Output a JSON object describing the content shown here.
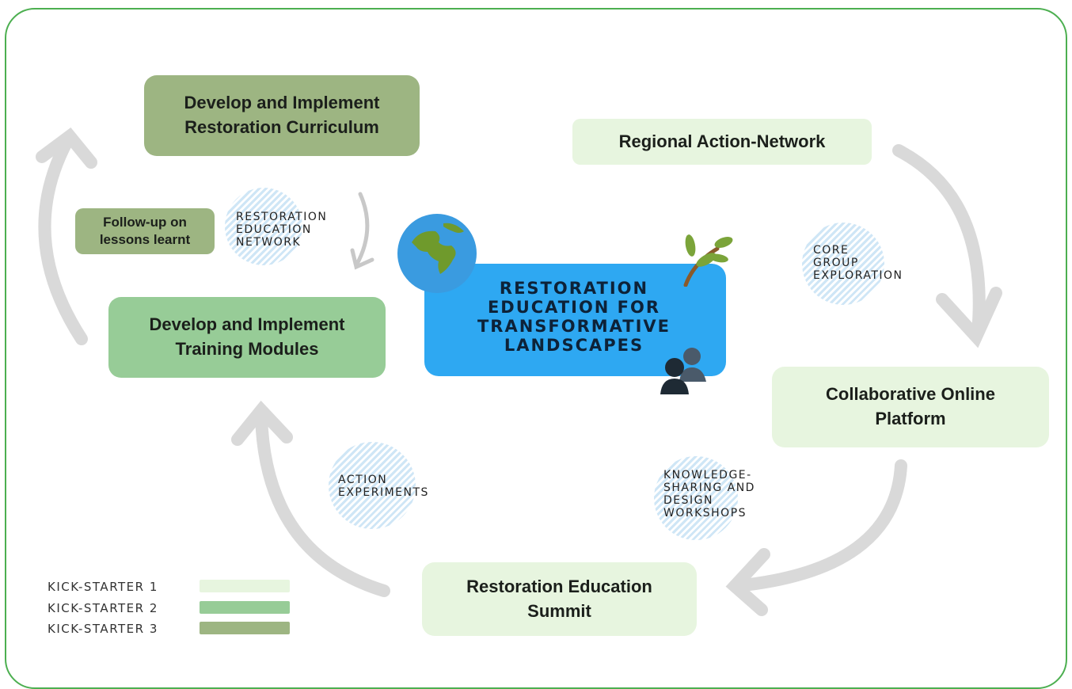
{
  "nodes": {
    "curriculum": "Develop and Implement\nRestoration Curriculum",
    "follow_up": "Follow-up on\nlessons learnt",
    "training": "Develop and Implement\nTraining Modules",
    "regional": "Regional Action-Network",
    "platform": "Collaborative Online\nPlatform",
    "summit": "Restoration Education\nSummit",
    "center": "RESTORATION\nEDUCATION FOR\nTRANSFORMATIVE\nLANDSCAPES"
  },
  "circles": {
    "network": "RESTORATION\nEDUCATION\nNETWORK",
    "core_group": "CORE\nGROUP\nEXPLORATION",
    "experiments": "ACTION\nEXPERIMENTS",
    "workshops": "KNOWLEDGE-\nSHARING AND\nDESIGN\nWORKSHOPS"
  },
  "legend": [
    {
      "label": "KICK-STARTER 1",
      "color": "#e7f5df"
    },
    {
      "label": "KICK-STARTER 2",
      "color": "#97cc97"
    },
    {
      "label": "KICK-STARTER 3",
      "color": "#9db582"
    }
  ],
  "colors": {
    "kick_starter_1": "#e7f5df",
    "kick_starter_2": "#97cc97",
    "kick_starter_3": "#9db582",
    "center": "#2ea8f2",
    "arrow": "#d9d9d9",
    "frame": "#4caf50"
  },
  "icons": [
    "globe-icon",
    "branch-icon",
    "people-icon"
  ]
}
